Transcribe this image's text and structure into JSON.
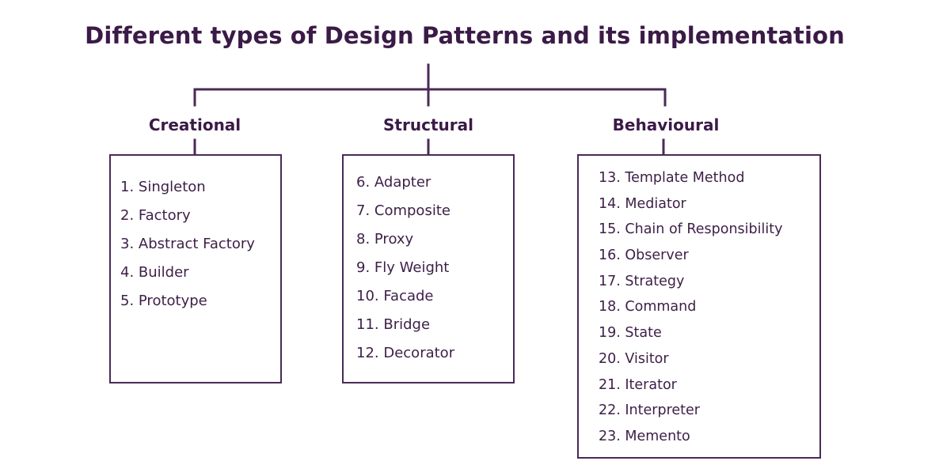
{
  "title": "Different types of Design Patterns and its implementation",
  "colors": {
    "text": "#3d1f47",
    "line": "#4a2a56",
    "background": "#ffffff"
  },
  "categories": [
    {
      "label": "Creational",
      "items": [
        "1. Singleton",
        "2. Factory",
        "3. Abstract Factory",
        "4. Builder",
        "5. Prototype"
      ]
    },
    {
      "label": "Structural",
      "items": [
        "6. Adapter",
        "7. Composite",
        "8. Proxy",
        "9. Fly Weight",
        "10. Facade",
        "11. Bridge",
        "12. Decorator"
      ]
    },
    {
      "label": "Behavioural",
      "items": [
        "13. Template Method",
        "14. Mediator",
        "15. Chain of Responsibility",
        "16. Observer",
        "17. Strategy",
        "18. Command",
        "19. State",
        "20. Visitor",
        "21. Iterator",
        "22. Interpreter",
        "23. Memento"
      ]
    }
  ]
}
